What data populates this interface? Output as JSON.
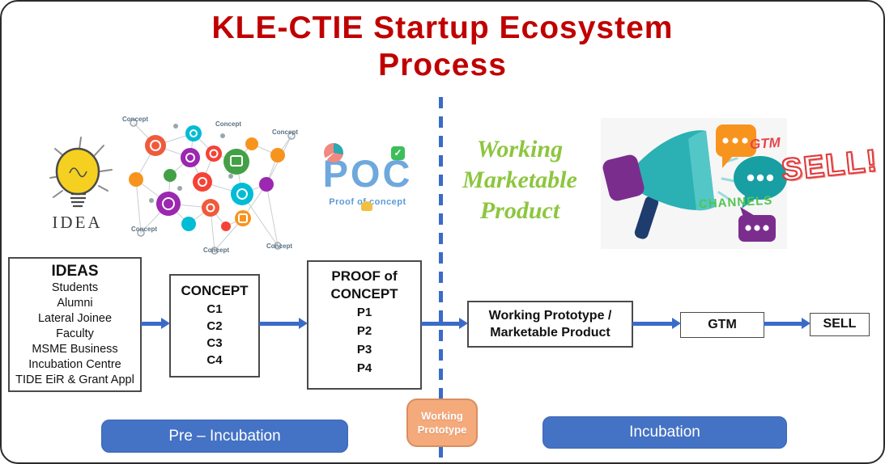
{
  "title": {
    "line1": "KLE-CTIE Startup Ecosystem",
    "line2": "Process"
  },
  "illustrations": {
    "idea": {
      "caption": "IDEA"
    },
    "network": {
      "labels": [
        "Concept",
        "Concept",
        "Concept",
        "Concept",
        "Concept",
        "Concept"
      ]
    },
    "poc": {
      "word": "POC",
      "caption": "Proof of concept",
      "check_glyph": "✓"
    },
    "marketable": {
      "line1": "Working",
      "line2": "Marketable",
      "line3": "Product"
    },
    "megaphone": {
      "gtm": "GTM",
      "channels": "CHANNELS"
    },
    "sell_art": {
      "text": "SELL!"
    }
  },
  "flow": {
    "ideas": {
      "title": "IDEAS",
      "items": [
        "Students",
        "Alumni",
        "Lateral Joinee",
        "Faculty",
        "MSME Business",
        "Incubation Centre",
        "TIDE EiR & Grant Appl"
      ]
    },
    "concept": {
      "title": "CONCEPT",
      "items": [
        "C1",
        "C2",
        "C3",
        "C4"
      ]
    },
    "proof": {
      "title_line1": "PROOF of",
      "title_line2": "CONCEPT",
      "items": [
        "P1",
        "P2",
        "P3",
        "P4"
      ]
    },
    "prototype": {
      "line1": "Working Prototype /",
      "line2": "Marketable Product"
    },
    "gtm": {
      "label": "GTM"
    },
    "sell": {
      "label": "SELL"
    }
  },
  "stages": {
    "pre_incubation": {
      "label": "Pre – Incubation"
    },
    "working_prototype": {
      "line1": "Working",
      "line2": "Prototype"
    },
    "incubation": {
      "label": "Incubation"
    }
  },
  "colors": {
    "title_red": "#C00000",
    "flow_arrow_blue": "#3A6BC9",
    "stage_button_blue": "#4472C4",
    "prototype_orange_fill": "#F5AA7C",
    "prototype_orange_border": "#D98E5F",
    "marketable_green": "#8DC63F",
    "poc_blue": "#6FA8DC",
    "sell_art_red": "#E03C3C",
    "megaphone_teal": "#2BB0B3",
    "megaphone_purple": "#7B2D8E",
    "bubble_orange": "#F7941E"
  }
}
